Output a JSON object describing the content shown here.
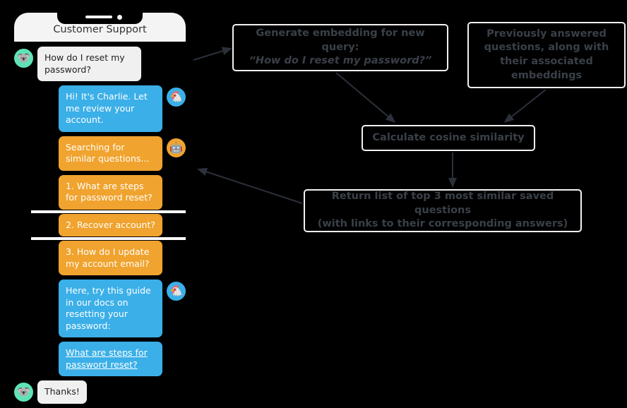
{
  "phone": {
    "title": "Customer Support",
    "speaker_icon": "speaker-bar",
    "camera_icon": "camera-dot"
  },
  "chat": {
    "messages": [
      {
        "id": "msg-user-question",
        "side": "left",
        "style": "user",
        "avatar": "🐨",
        "avatar_name": "koala-avatar",
        "text": "How do I reset my password?"
      },
      {
        "id": "msg-agent-greeting",
        "side": "right",
        "style": "agent",
        "avatar": "🐔",
        "avatar_name": "chicken-avatar",
        "text": "Hi! It's Charlie. Let me review your account."
      },
      {
        "id": "msg-bot-searching",
        "side": "right",
        "style": "bot",
        "avatar": "🤖",
        "avatar_name": "robot-avatar",
        "text": "Searching for similar questions..."
      },
      {
        "id": "msg-option-1",
        "side": "right",
        "style": "bot",
        "avatar": "",
        "avatar_name": "",
        "text": "1. What are steps for password reset?"
      },
      {
        "id": "msg-option-2",
        "side": "right",
        "style": "bot",
        "avatar": "",
        "avatar_name": "",
        "text": "2. Recover account?"
      },
      {
        "id": "msg-option-3",
        "side": "right",
        "style": "bot",
        "avatar": "",
        "avatar_name": "",
        "text": "3. How do I update my account email?"
      },
      {
        "id": "msg-agent-guide",
        "side": "right",
        "style": "agent",
        "avatar": "🐔",
        "avatar_name": "chicken-avatar",
        "text": "Here, try this guide in our docs on resetting your password:"
      },
      {
        "id": "msg-agent-link",
        "side": "right",
        "style": "link",
        "avatar": "",
        "avatar_name": "",
        "text": "What are steps for password reset?"
      },
      {
        "id": "msg-user-thanks",
        "side": "left",
        "style": "user",
        "avatar": "🐨",
        "avatar_name": "koala-avatar",
        "text": "Thanks!"
      }
    ]
  },
  "diagram": {
    "nodes": {
      "generate": {
        "line1": "Generate embedding for new query:",
        "line2": "“How do I reset my password?”"
      },
      "previous": {
        "text": "Previously answered questions, along with their associated embeddings"
      },
      "cosine": {
        "text": "Calculate cosine similarity"
      },
      "return": {
        "line1": "Return list of top 3 most similar saved questions",
        "line2": "(with links to their corresponding answers)"
      }
    },
    "edges": [
      {
        "name": "edge-chat-to-generate",
        "from": "chat",
        "to": "generate"
      },
      {
        "name": "edge-generate-to-cosine",
        "from": "generate",
        "to": "cosine"
      },
      {
        "name": "edge-previous-to-cosine",
        "from": "previous",
        "to": "cosine"
      },
      {
        "name": "edge-cosine-to-return",
        "from": "cosine",
        "to": "return"
      },
      {
        "name": "edge-return-to-chat",
        "from": "return",
        "to": "chat"
      }
    ]
  },
  "colors": {
    "background": "#000000",
    "agent_blue": "#3bafe8",
    "bot_orange": "#f0a32e",
    "user_bubble": "#f0f0f0",
    "user_avatar_green": "#5fe3b6",
    "node_border": "#f2f2f2",
    "node_text": "#3a4048",
    "arrow": "#2b303a",
    "separator": "#ffffff"
  }
}
